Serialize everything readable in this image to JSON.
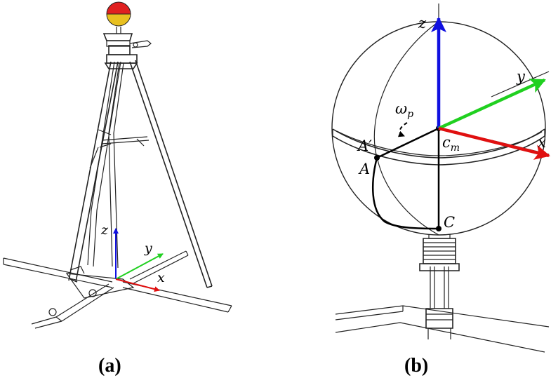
{
  "panels": {
    "a": {
      "label": "(a)",
      "axes": {
        "z": "z",
        "y": "y",
        "x": "x"
      }
    },
    "b": {
      "label": "(b)",
      "axes": {
        "z": "z",
        "y": "y",
        "x": "x"
      },
      "points": {
        "a_prime": "A′",
        "a": "A",
        "c": "C",
        "cm_base": "c",
        "cm_sub": "m"
      },
      "rotation": {
        "base": "ω",
        "sub": "p"
      }
    }
  },
  "colors": {
    "z_axis": "#1010e0",
    "y_axis": "#20d020",
    "x_axis": "#e01010",
    "ball_top": "#e02020",
    "ball_bottom": "#e8c020"
  }
}
